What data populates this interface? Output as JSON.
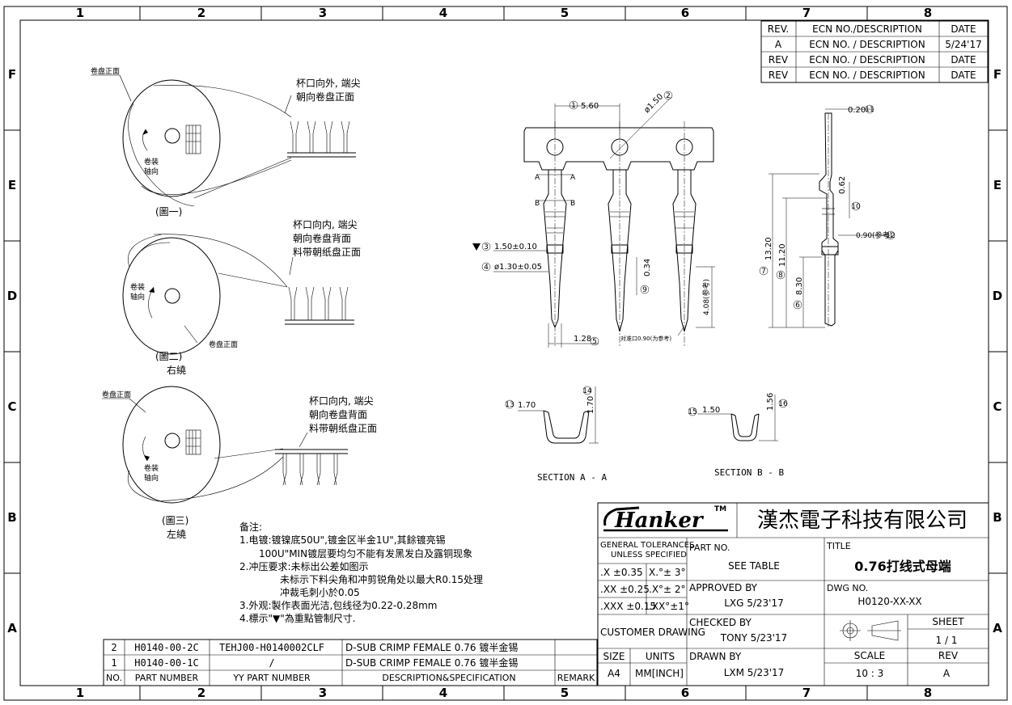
{
  "grid": {
    "columns": [
      "1",
      "2",
      "3",
      "4",
      "5",
      "6",
      "7",
      "8"
    ],
    "rows": [
      "F",
      "E",
      "D",
      "C",
      "B",
      "A"
    ]
  },
  "revision_table": {
    "headers": [
      "REV.",
      "ECN NO./DESCRIPTION",
      "DATE"
    ],
    "rows": [
      [
        "A",
        "ECN NO. / DESCRIPTION",
        "5/24'17"
      ],
      [
        "REV",
        "ECN NO. / DESCRIPTION",
        "DATE"
      ],
      [
        "REV",
        "ECN NO. / DESCRIPTION",
        "DATE"
      ]
    ]
  },
  "reels": {
    "reel1": {
      "front_label": "卷盘正面",
      "dir_label_1": "卷装",
      "dir_label_2": "轴向",
      "note_line1": "杯口向外, 端尖",
      "note_line2": "朝向卷盘正面",
      "caption": "(圖一)"
    },
    "reel2": {
      "front_label": "卷盘正面",
      "dir_label_1": "卷装",
      "dir_label_2": "轴向",
      "note_line1": "杯口向内, 端尖",
      "note_line2": "朝向卷盘背面",
      "note_line3": "料带朝纸盘正面",
      "caption": "(圖二)",
      "caption2": "右繞"
    },
    "reel3": {
      "front_label": "卷盘正面",
      "dir_label_1": "卷装",
      "dir_label_2": "轴向",
      "note_line1": "杯口向内, 端尖",
      "note_line2": "朝向卷盘背面",
      "note_line3": "料带朝纸盘正面",
      "caption": "(圖三)",
      "caption2": "左繞"
    }
  },
  "front_view": {
    "dim_pitch": "5.60",
    "dim_pitch_bubble": "1",
    "dim_hole": "ø1.50",
    "dim_hole_bubble": "2",
    "dim_3": "1.50±0.10",
    "dim_3_bubble": "3",
    "dim_4": "ø1.30±0.05",
    "dim_4_bubble": "4",
    "dim_5": "1.28",
    "dim_5_bubble": "5",
    "dim_9": "0.34",
    "dim_9_bubble": "9",
    "dim_ref": "4.08(参考)",
    "section_a": "A",
    "section_b": "B",
    "note_small": "对准口0.90(为参考)"
  },
  "side_view": {
    "dim_11": "0.20",
    "dim_11_bubble": "11",
    "dim_10": "0.62",
    "dim_10_bubble": "10",
    "dim_12": "0.90(参考)",
    "dim_12_bubble": "12",
    "dim_7": "13.20",
    "dim_7_bubble": "7",
    "dim_8": "11.20",
    "dim_8_bubble": "8",
    "dim_6": "8.30",
    "dim_6_bubble": "6"
  },
  "sections": {
    "aa_width": "1.70",
    "aa_width_bubble": "13",
    "aa_height": "1.70",
    "aa_height_bubble": "14",
    "aa_label": "SECTION A - A",
    "bb_width": "1.50",
    "bb_width_bubble": "15",
    "bb_height": "1.56",
    "bb_height_bubble": "16",
    "bb_label": "SECTION B - B"
  },
  "notes": {
    "heading": "备注:",
    "lines": [
      "1.电镀:镀镍底50U\",镀金区半金1U\",其餘镀亮锡",
      "100U\"MIN镀层要均匀不能有发黑发白及露铜现象",
      "2.冲压要求:未标出公差如图示",
      "未标示下料尖角和冲剪锐角处以最大R0.15处理",
      "冲裁毛刺小於0.05",
      "3.外观:製作表面光洁,包线径为0.22-0.28mm",
      "4.標示\"▼\"為重點管制尺寸."
    ]
  },
  "parts_list": {
    "rows": [
      [
        "2",
        "H0140-00-2C",
        "TEHJ00-H0140002CLF",
        "D-SUB  CRIMP  FEMALE  0.76  镀半金锡",
        ""
      ],
      [
        "1",
        "H0140-00-1C",
        "/",
        "D-SUB  CRIMP  FEMALE  0.76  镀半金锡",
        ""
      ]
    ],
    "headers": [
      "NO.",
      "PART NUMBER",
      "YY PART NUMBER",
      "DESCRIPTION&SPECIFICATION",
      "REMARK"
    ]
  },
  "title_block": {
    "logo": "Hanker",
    "logo_tm": "TM",
    "company": "漢杰電子科技有限公司",
    "tol_head1": "GENERAL TOLERANCES",
    "tol_head2": "UNLESS   SPECIFIED",
    "tol_rows": [
      [
        ".X ±0.35",
        "X.°± 3°"
      ],
      [
        ".XX ±0.25",
        ".X°± 2°"
      ],
      [
        ".XXX ±0.15",
        ".XX°±1°"
      ]
    ],
    "part_no_label": "PART NO.",
    "part_no_value": "SEE TABLE",
    "title_label": "TITLE",
    "title_value": "0.76打线式母端",
    "approved_label": "APPROVED BY",
    "approved_value": "LXG  5/23'17",
    "dwg_label": "DWG NO.",
    "dwg_value": "H0120-XX-XX",
    "customer_label": "CUSTOMER DRAWING",
    "checked_label": "CHECKED BY",
    "checked_value": "TONY  5/23'17",
    "sheet_label": "SHEET",
    "sheet_value": "1 / 1",
    "size_label": "SIZE",
    "size_value": "A4",
    "units_label": "UNITS",
    "units_value": "MM[INCH]",
    "drawn_label": "DRAWN BY",
    "drawn_value": "LXM   5/23'17",
    "scale_label": "SCALE",
    "scale_value": "10 : 3",
    "rev_label": "REV",
    "rev_value": "A"
  }
}
